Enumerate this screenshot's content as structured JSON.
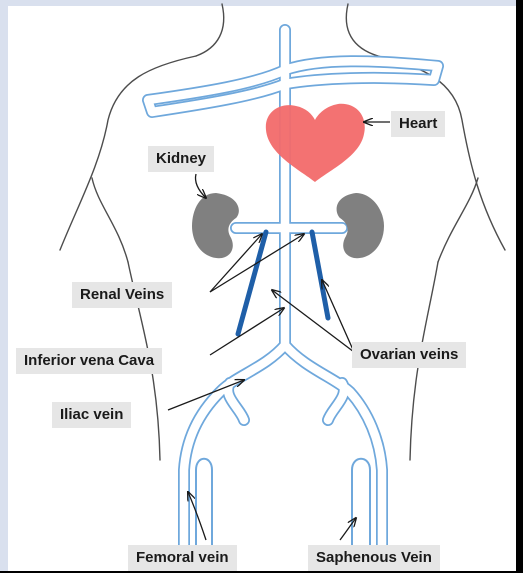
{
  "labels": {
    "heart": "Heart",
    "kidney": "Kidney",
    "renal_veins": "Renal Veins",
    "inferior_vena_cava": "Inferior vena Cava",
    "ovarian_veins": "Ovarian veins",
    "iliac_vein": "Iliac vein",
    "femoral_vein": "Femoral vein",
    "saphenous_vein": "Saphenous Vein"
  },
  "colors": {
    "vein_outline": "#6fa8dc",
    "ovarian_vein": "#1f5fa8",
    "heart": "#f26a6a",
    "kidney": "#808080",
    "body_outline": "#4d4d4d",
    "label_bg": "#e6e6e6",
    "frame_border": "#d9e0ee"
  }
}
